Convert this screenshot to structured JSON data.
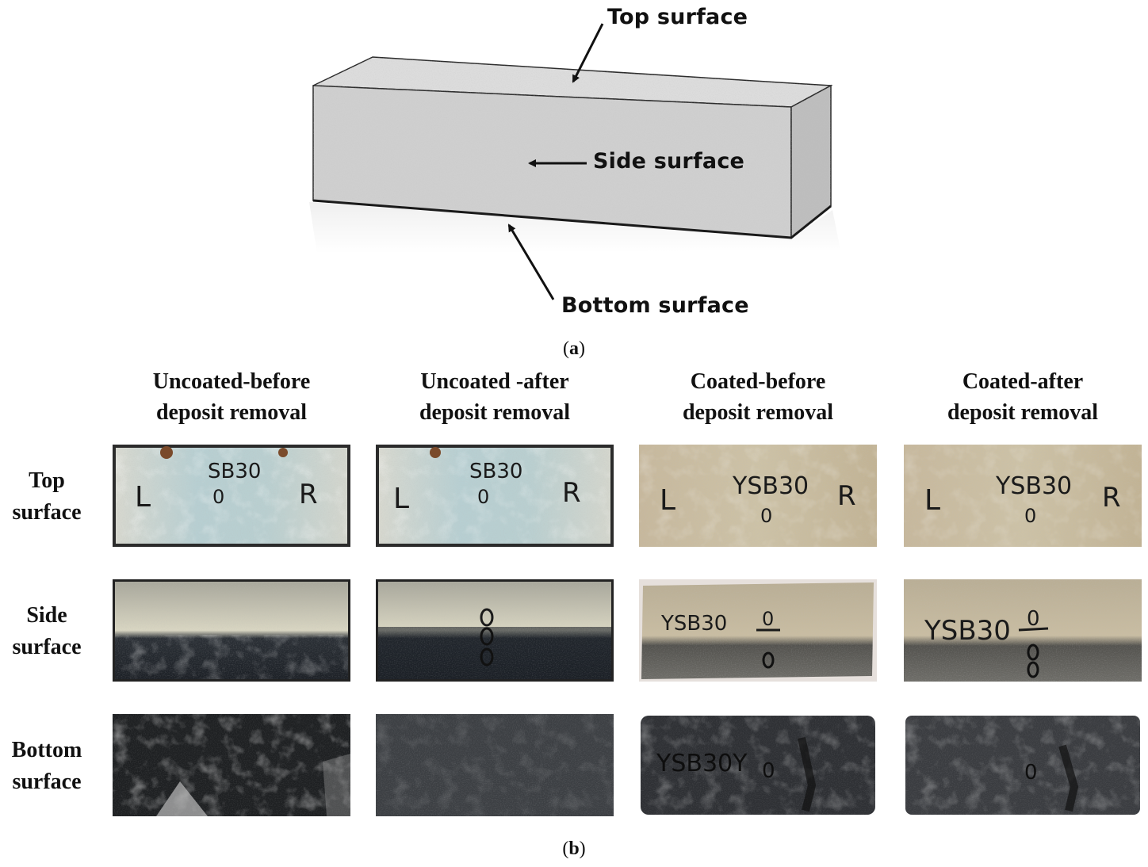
{
  "panel_a": {
    "labels": {
      "top": "Top surface",
      "side": "Side surface",
      "bottom": "Bottom surface"
    },
    "caption_letter": "a"
  },
  "panel_b": {
    "columns": [
      {
        "line1": "Uncoated-before",
        "line2": "deposit removal"
      },
      {
        "line1": "Uncoated -after",
        "line2": "deposit removal"
      },
      {
        "line1": "Coated-before",
        "line2": "deposit removal"
      },
      {
        "line1": "Coated-after",
        "line2": "deposit removal"
      }
    ],
    "rows": [
      {
        "line1": "Top",
        "line2": "surface"
      },
      {
        "line1": "Side",
        "line2": "surface"
      },
      {
        "line1": "Bottom",
        "line2": "surface"
      }
    ],
    "photo_markings": {
      "uncoated_top": [
        "L",
        "SB30",
        "0",
        "R"
      ],
      "coated_top": [
        "L",
        "YSB30",
        "0",
        "R"
      ],
      "coated_side": [
        "YSB30",
        "0"
      ],
      "coated_bottom": [
        "YSB30Y",
        "0"
      ]
    },
    "caption_letter": "b"
  }
}
